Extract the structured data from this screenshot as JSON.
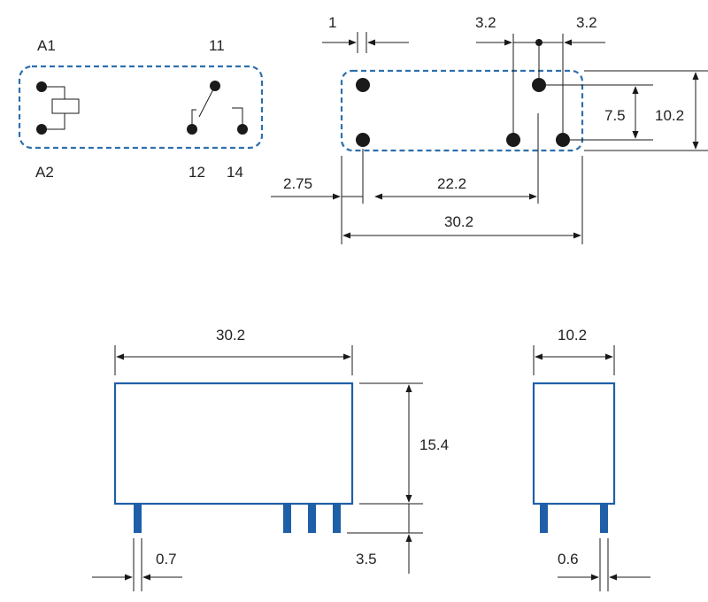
{
  "schematic": {
    "terminals": [
      "A1",
      "A2",
      "11",
      "12",
      "14"
    ]
  },
  "pinout": {
    "pin_width": "1",
    "pin_spacing_left": "3.2",
    "pin_spacing_right": "3.2",
    "pin_row_small": "7.5",
    "pin_row_total": "10.2",
    "edge_offset": "2.75",
    "pin_span": "22.2",
    "overall_length": "30.2"
  },
  "side_view": {
    "length": "30.2",
    "height": "15.4",
    "pin_length": "3.5",
    "pin_thickness": "0.7"
  },
  "end_view": {
    "width": "10.2",
    "pin_thickness": "0.6"
  },
  "colors": {
    "outline": "#1f5fa8",
    "dashed": "#2e6fad",
    "ink": "#1a1a1a"
  }
}
